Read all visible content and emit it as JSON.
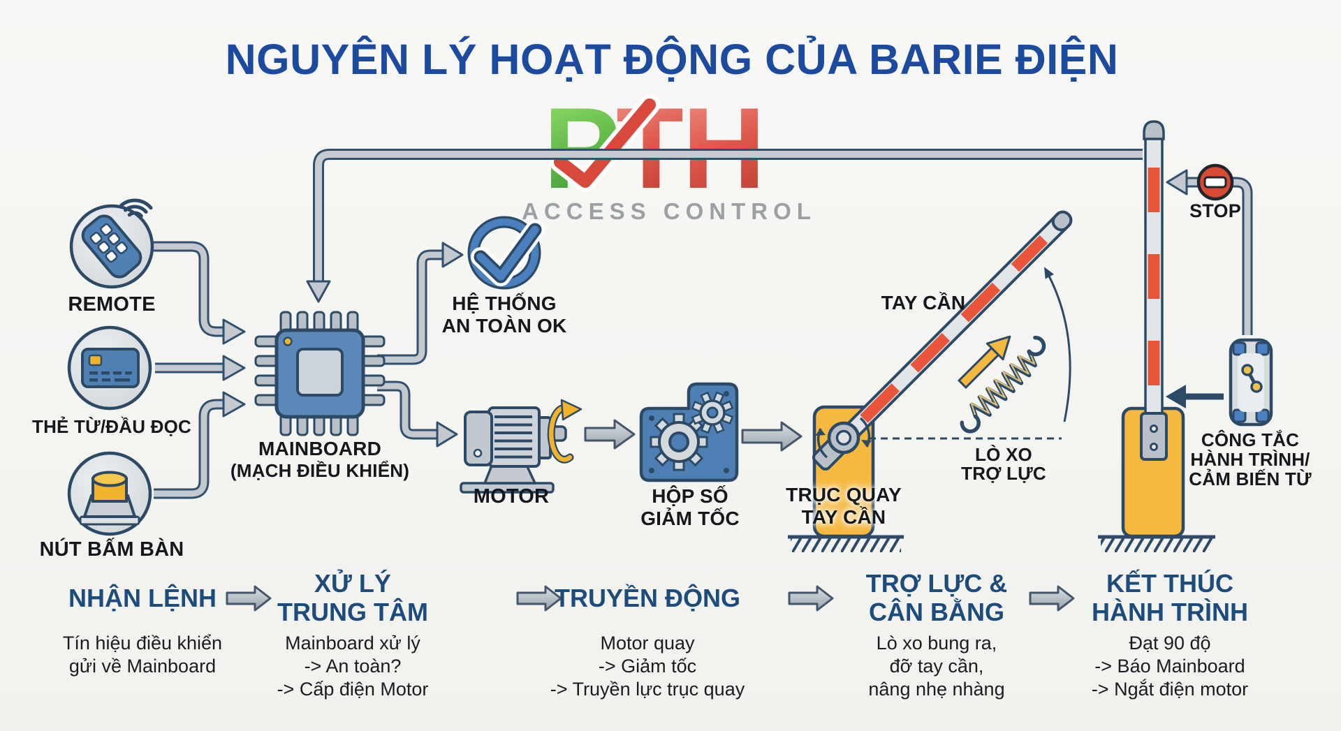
{
  "title": "NGUYÊN LÝ HOẠT ĐỘNG CỦA BARIE ĐIỆN",
  "logo": {
    "p": "P",
    "t": "T",
    "h": "H",
    "subtitle": "ACCESS CONTROL",
    "check_icon": "checkmark-icon"
  },
  "colors": {
    "title_blue": "#1b4a9e",
    "heading_blue": "#1d4b7c",
    "outline_navy": "#2c4a66",
    "component_blue": "#4f80b3",
    "accent_yellow": "#f6b93f",
    "stripe_red": "#e8553a",
    "stop_red": "#d94a33",
    "logo_green": "#55b23e",
    "logo_red": "#dd5246",
    "text_black": "#14181d",
    "background": "#f4f4f1"
  },
  "components": {
    "remote": {
      "label": "REMOTE",
      "icon": "remote-control-icon"
    },
    "card": {
      "label": "THẺ TỪ/ĐẦU ĐỌC",
      "icon": "rfid-card-icon"
    },
    "push_button": {
      "label": "NÚT BẤM BÀN",
      "icon": "desk-button-icon"
    },
    "mainboard": {
      "label_line1": "MAINBOARD",
      "label_line2": "(MẠCH ĐIỀU KHIỂN)",
      "icon": "chip-icon"
    },
    "safety": {
      "label_line1": "HỆ THỐNG",
      "label_line2": "AN TOÀN OK",
      "icon": "check-circle-icon"
    },
    "motor": {
      "label": "MOTOR",
      "icon": "motor-icon"
    },
    "gearbox": {
      "label_line1": "HỘP SỐ",
      "label_line2": "GIẢM TỐC",
      "icon": "gearbox-icon"
    },
    "shaft": {
      "label_line1": "TRỤC QUAY",
      "label_line2": "TAY CẦN",
      "icon": "pivot-post-icon"
    },
    "arm": {
      "label": "TAY CẦN",
      "icon": "barrier-arm-icon"
    },
    "spring": {
      "label_line1": "LÒ XO",
      "label_line2": "TRỢ LỰC",
      "icon": "spring-icon"
    },
    "stop": {
      "label": "STOP",
      "icon": "no-entry-icon"
    },
    "limit_switch": {
      "label_line1": "CÔNG TẮC",
      "label_line2": "HÀNH TRÌNH/",
      "label_line3": "CẢM BIẾN TỪ",
      "icon": "limit-switch-icon"
    }
  },
  "steps": [
    {
      "title_lines": [
        "NHẬN LỆNH"
      ],
      "body_lines": [
        "Tín hiệu điều khiển",
        "gửi về Mainboard"
      ]
    },
    {
      "title_lines": [
        "XỬ LÝ",
        "TRUNG TÂM"
      ],
      "body_lines": [
        "Mainboard xử lý",
        "-> An toàn?",
        "-> Cấp điện Motor"
      ]
    },
    {
      "title_lines": [
        "TRUYỀN ĐỘNG"
      ],
      "body_lines": [
        "Motor quay",
        "-> Giảm tốc",
        "-> Truyền lực trục quay"
      ]
    },
    {
      "title_lines": [
        "TRỢ LỰC &",
        "CÂN BẰNG"
      ],
      "body_lines": [
        "Lò xo bung ra,",
        "đỡ tay cần,",
        "nâng nhẹ nhàng"
      ]
    },
    {
      "title_lines": [
        "KẾT THÚC",
        "HÀNH TRÌNH"
      ],
      "body_lines": [
        "Đạt 90 độ",
        "-> Báo Mainboard",
        "-> Ngắt điện motor"
      ]
    }
  ]
}
